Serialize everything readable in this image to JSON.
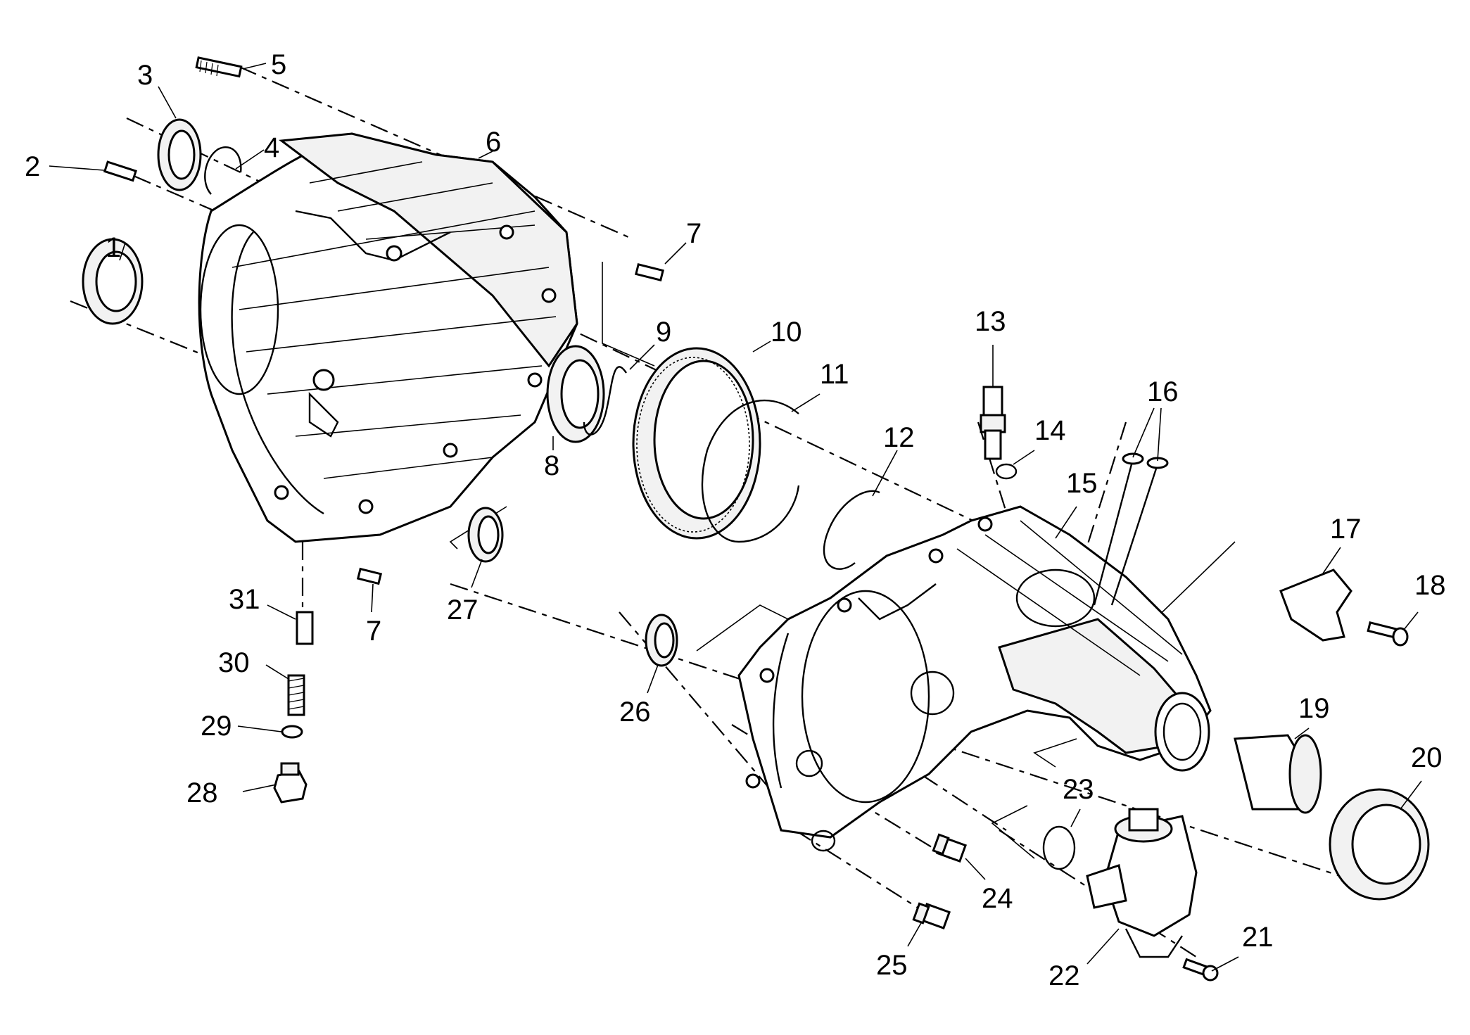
{
  "callouts": [
    {
      "n": "1"
    },
    {
      "n": "2"
    },
    {
      "n": "3"
    },
    {
      "n": "4"
    },
    {
      "n": "5"
    },
    {
      "n": "6"
    },
    {
      "n": "7"
    },
    {
      "n": "7"
    },
    {
      "n": "8"
    },
    {
      "n": "9"
    },
    {
      "n": "10"
    },
    {
      "n": "11"
    },
    {
      "n": "12"
    },
    {
      "n": "13"
    },
    {
      "n": "14"
    },
    {
      "n": "15"
    },
    {
      "n": "16"
    },
    {
      "n": "17"
    },
    {
      "n": "18"
    },
    {
      "n": "19"
    },
    {
      "n": "20"
    },
    {
      "n": "21"
    },
    {
      "n": "22"
    },
    {
      "n": "23"
    },
    {
      "n": "24"
    },
    {
      "n": "25"
    },
    {
      "n": "26"
    },
    {
      "n": "27"
    },
    {
      "n": "28"
    },
    {
      "n": "29"
    },
    {
      "n": "30"
    },
    {
      "n": "31"
    }
  ]
}
